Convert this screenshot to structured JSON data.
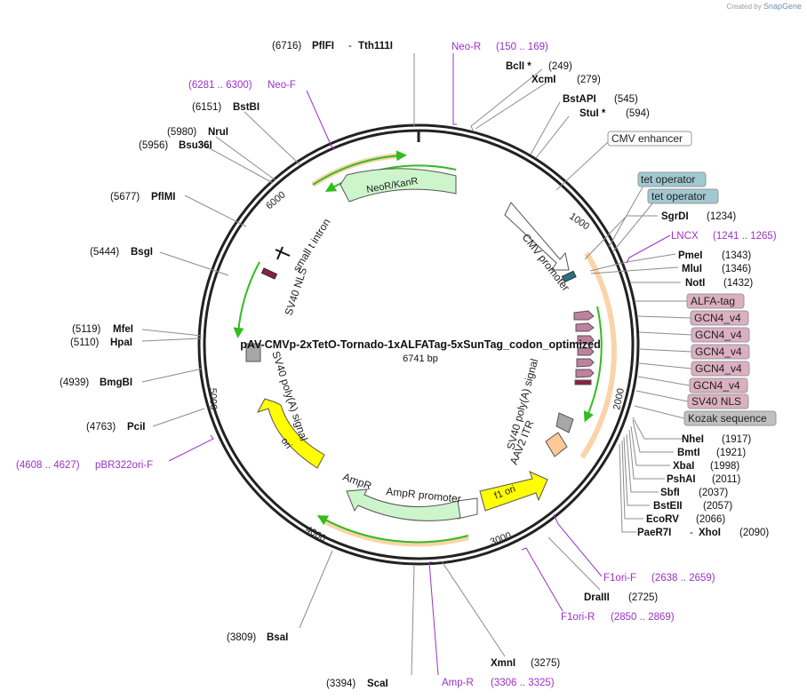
{
  "credit": {
    "prefix": "Created by",
    "brand": "SnapGene"
  },
  "plasmid": {
    "name": "pAV-CMVp-2xTetO-Tornado-1xALFATag-5xSunTag_codon_optimized",
    "size_label": "6741 bp",
    "length": 6741
  },
  "ticks": [
    {
      "bp": 1000,
      "label": "1000"
    },
    {
      "bp": 2000,
      "label": "2000"
    },
    {
      "bp": 3000,
      "label": "3000"
    },
    {
      "bp": 4000,
      "label": "4000"
    },
    {
      "bp": 5000,
      "label": "5000"
    },
    {
      "bp": 6000,
      "label": "6000"
    }
  ],
  "enzymes": [
    {
      "pos": "(6716)",
      "name": "PflFI",
      "name2": "Tth111I"
    },
    {
      "pos": "(249)",
      "name": "BclI *"
    },
    {
      "pos": "(279)",
      "name": "XcmI"
    },
    {
      "pos": "(545)",
      "name": "BstAPI"
    },
    {
      "pos": "(594)",
      "name": "StuI *"
    },
    {
      "pos": "(6151)",
      "name": "BstBI"
    },
    {
      "pos": "(5980)",
      "name": "NruI"
    },
    {
      "pos": "(5956)",
      "name": "Bsu36I"
    },
    {
      "pos": "(5677)",
      "name": "PflMI"
    },
    {
      "pos": "(5444)",
      "name": "BsgI"
    },
    {
      "pos": "(5119)",
      "name": "MfeI"
    },
    {
      "pos": "(5110)",
      "name": "HpaI"
    },
    {
      "pos": "(4939)",
      "name": "BmgBI"
    },
    {
      "pos": "(4763)",
      "name": "PciI"
    },
    {
      "pos": "(1234)",
      "name": "SgrDI"
    },
    {
      "pos": "(1343)",
      "name": "PmeI"
    },
    {
      "pos": "(1346)",
      "name": "MluI"
    },
    {
      "pos": "(1432)",
      "name": "NotI"
    },
    {
      "pos": "(1917)",
      "name": "NheI"
    },
    {
      "pos": "(1921)",
      "name": "BmtI"
    },
    {
      "pos": "(1998)",
      "name": "XbaI"
    },
    {
      "pos": "(2011)",
      "name": "PshAI"
    },
    {
      "pos": "(2037)",
      "name": "SbfI"
    },
    {
      "pos": "(2057)",
      "name": "BstEII"
    },
    {
      "pos": "(2066)",
      "name": "EcoRV"
    },
    {
      "pos": "(2090)",
      "name": "PaeR7I",
      "name2": "XhoI"
    },
    {
      "pos": "(2725)",
      "name": "DraIII"
    },
    {
      "pos": "(3275)",
      "name": "XmnI"
    },
    {
      "pos": "(3394)",
      "name": "ScaI"
    },
    {
      "pos": "(3809)",
      "name": "BsaI"
    }
  ],
  "primers": [
    {
      "name": "Neo-R",
      "range": "(150 .. 169)"
    },
    {
      "name": "Neo-F",
      "range": "(6281 .. 6300)"
    },
    {
      "name": "LNCX",
      "range": "(1241 .. 1265)"
    },
    {
      "name": "pBR322ori-F",
      "range": "(4608 .. 4627)"
    },
    {
      "name": "F1ori-F",
      "range": "(2638 .. 2659)"
    },
    {
      "name": "F1ori-R",
      "range": "(2850 .. 2869)"
    },
    {
      "name": "Amp-R",
      "range": "(3306 .. 3325)"
    }
  ],
  "boxed_features": [
    {
      "label": "CMV enhancer"
    },
    {
      "label": "tet operator"
    },
    {
      "label": "tet operator"
    },
    {
      "label": "ALFA-tag"
    },
    {
      "label": "GCN4_v4"
    },
    {
      "label": "GCN4_v4"
    },
    {
      "label": "GCN4_v4"
    },
    {
      "label": "GCN4_v4"
    },
    {
      "label": "GCN4_v4"
    },
    {
      "label": "SV40 NLS"
    },
    {
      "label": "Kozak sequence"
    }
  ],
  "features": [
    {
      "label": "NeoR/KanR"
    },
    {
      "label": "small t intron"
    },
    {
      "label": "SV40 NLS"
    },
    {
      "label": "CMV promoter"
    },
    {
      "label": "SV40 poly(A) signal"
    },
    {
      "label": "SV40 poly(A) signal"
    },
    {
      "label": "AAV2 ITR"
    },
    {
      "label": "f1 ori"
    },
    {
      "label": "AmpR promoter"
    },
    {
      "label": "AmpR"
    },
    {
      "label": "ori"
    }
  ],
  "colors": {
    "backbone": "#222222",
    "enzyme_line": "#8c8c8c",
    "primer": "#9b30c8",
    "resistance_fill": "#ccf5cc",
    "ori_fill": "#ffff00",
    "promoter_fill": "#ffffff",
    "itr_fill": "#ffc899",
    "polya_fill": "#a7a7a7",
    "operator_fill": "#a0c8d0",
    "tag_fill": "#dcb0c0",
    "kozak_fill": "#c0c0c0",
    "orf_arc": "#33bb22",
    "orf_glow": "#f5b060"
  }
}
